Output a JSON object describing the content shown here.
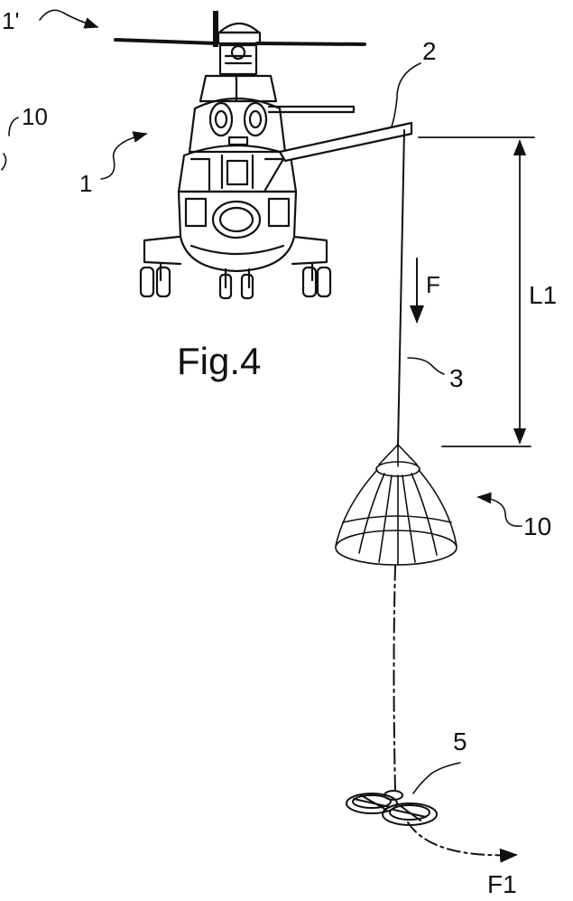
{
  "figure": {
    "caption": "Fig.4",
    "labels": {
      "helicopter_alt": "1'",
      "helicopter": "1",
      "boom": "2",
      "cable": "3",
      "parachute": "10",
      "parachute_alt": "10",
      "ring_frame": "5",
      "length": "L1",
      "force": "F",
      "pull": "F1"
    }
  }
}
